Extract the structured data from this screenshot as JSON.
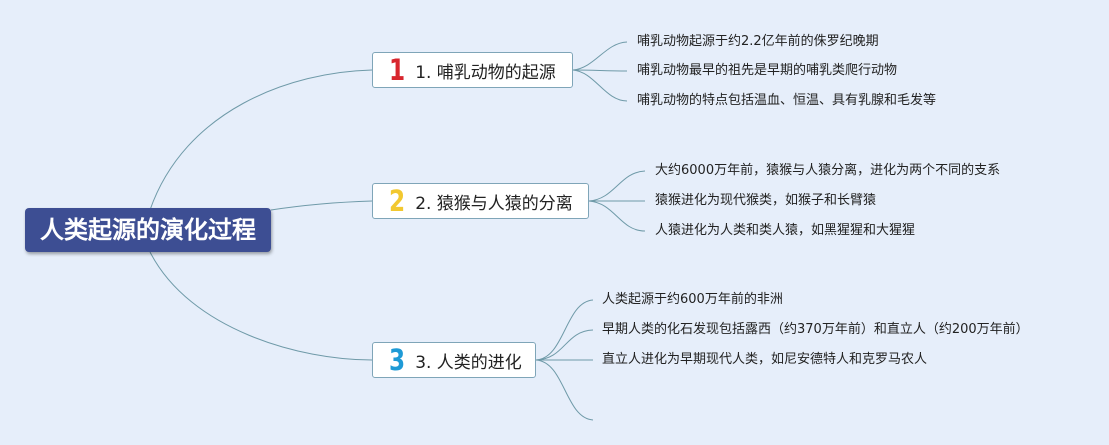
{
  "root": {
    "title": "人类起源的演化过程",
    "color": "#3d4e93"
  },
  "link_color": "#6f9aa8",
  "branches": [
    {
      "number": "1",
      "number_color": "#d8262e",
      "label": "1. 哺乳动物的起源",
      "leaves": [
        "哺乳动物起源于约2.2亿年前的侏罗纪晚期",
        "哺乳动物最早的祖先是早期的哺乳类爬行动物",
        "哺乳动物的特点包括温血、恒温、具有乳腺和毛发等"
      ]
    },
    {
      "number": "2",
      "number_color": "#f2c830",
      "label": "2. 猿猴与人猿的分离",
      "leaves": [
        "大约6000万年前，猿猴与人猿分离，进化为两个不同的支系",
        "猿猴进化为现代猴类，如猴子和长臂猿",
        "人猿进化为人类和类人猿，如黑猩猩和大猩猩"
      ]
    },
    {
      "number": "3",
      "number_color": "#1e9ad6",
      "label": "3. 人类的进化",
      "leaves": [
        "人类起源于约600万年前的非洲",
        "早期人类的化石发现包括露西（约370万年前）和直立人（约200万年前）",
        "直立人进化为早期现代人类，如尼安德特人和克罗马农人",
        ""
      ]
    }
  ]
}
